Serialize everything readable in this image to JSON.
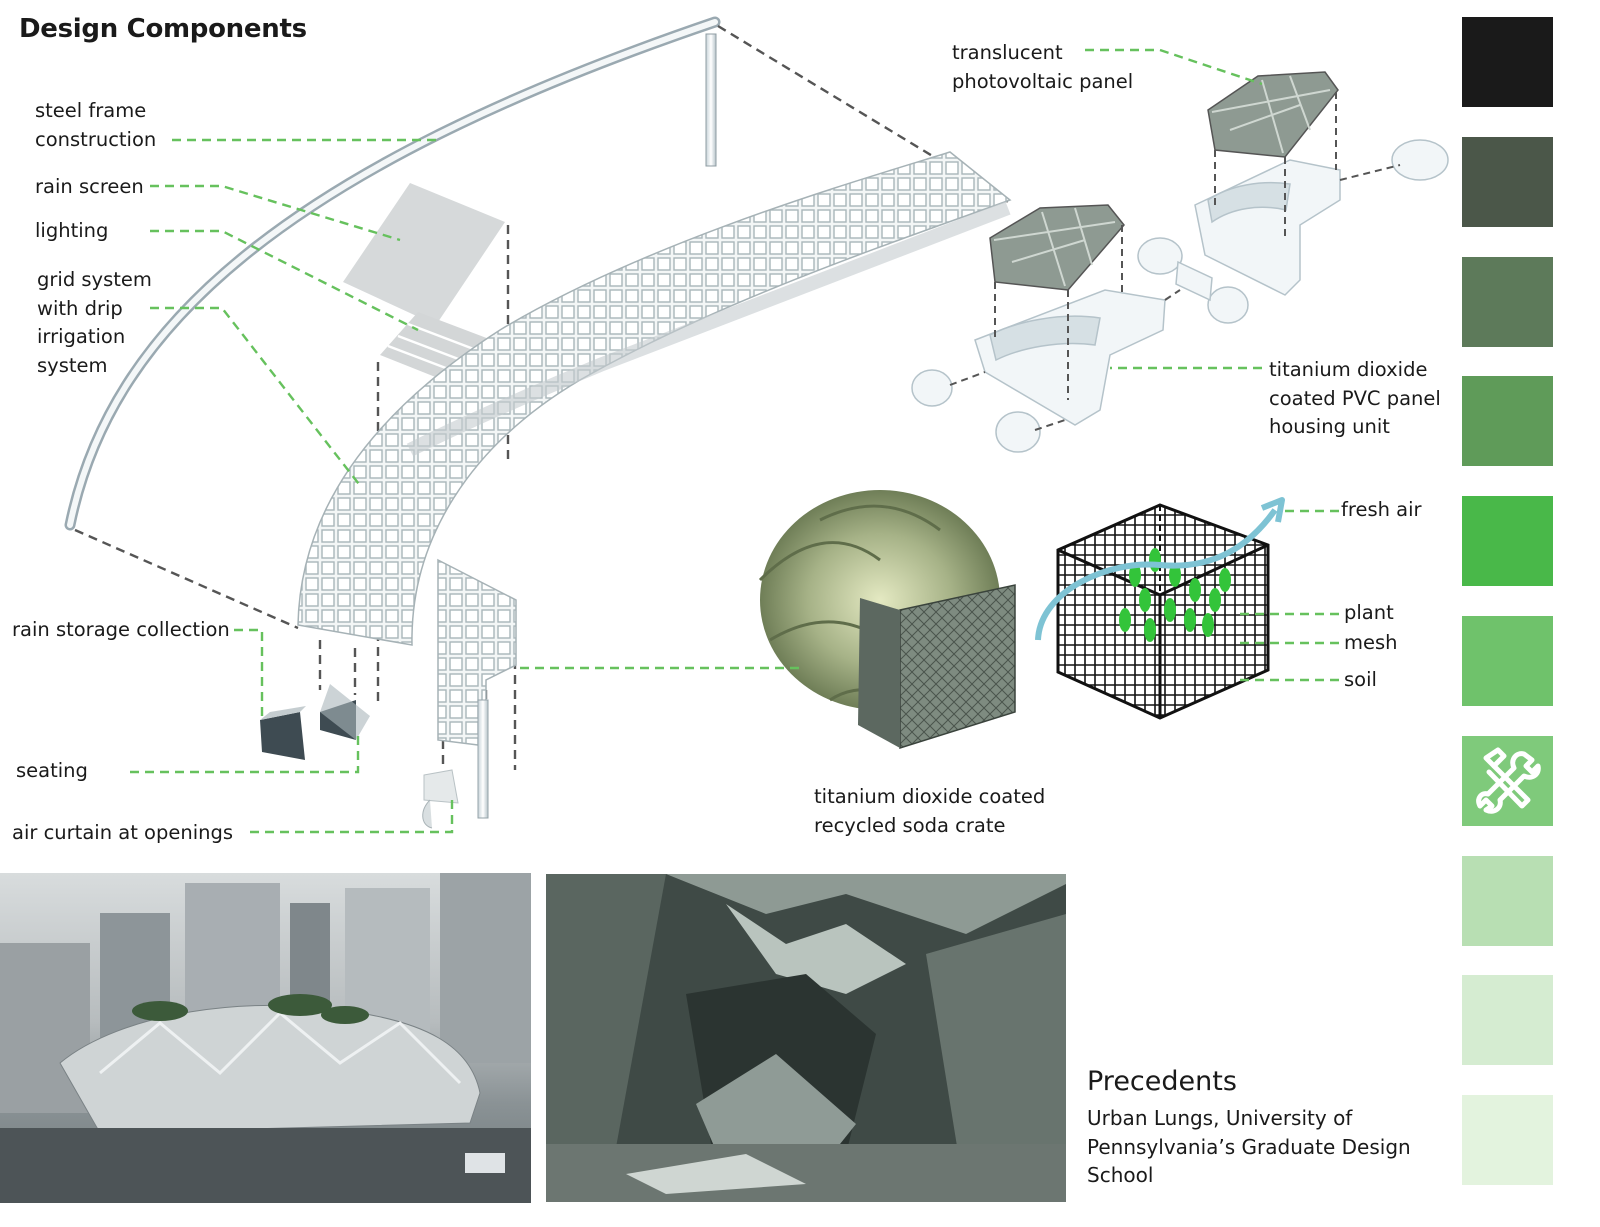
{
  "title": "Design Components",
  "labels": {
    "steel_frame": "steel frame\nconstruction",
    "rain_screen": "rain screen",
    "lighting": "lighting",
    "grid_system": "grid system\nwith drip\nirrigation\nsystem",
    "rain_storage": "rain storage collection",
    "seating": "seating",
    "air_curtain": "air curtain at openings",
    "pv_panel": "translucent\nphotovoltaic panel",
    "pvc_housing": "titanium dioxide\ncoated PVC panel\nhousing unit",
    "fresh_air": "fresh air",
    "plant": "plant",
    "mesh": "mesh",
    "soil": "soil",
    "soda_crate": "titanium dioxide coated\nrecycled soda crate"
  },
  "precedents": {
    "title": "Precedents",
    "description": "Urban Lungs,  University of\nPennsylvania’s Graduate Design\nSchool"
  },
  "palette": [
    "#1a1a1a",
    "#4b5749",
    "#5d7a5a",
    "#5f9b59",
    "#49b849",
    "#6fc26b",
    "#7fca7b",
    "#b8dfb3",
    "#d5ecd1",
    "#e3f3de"
  ],
  "palette_icon": "hammer-wrench-icon",
  "colors": {
    "leader_green": "#66c15d",
    "dash_gray": "#555555"
  }
}
